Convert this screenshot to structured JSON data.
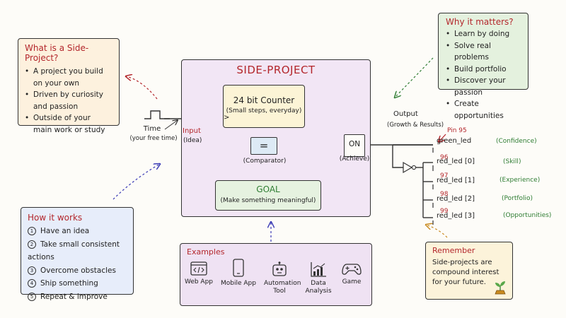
{
  "title": "SIDE-PROJECT",
  "what": {
    "title": "What is a Side-Project?",
    "items": [
      "A project you build on your own",
      "Driven by curiosity and passion",
      "Outside of your main work or study"
    ]
  },
  "why": {
    "title": "Why it matters?",
    "items": [
      "Learn by doing",
      "Solve real problems",
      "Build portfolio",
      "Discover your passion",
      "Create opportunities"
    ]
  },
  "how": {
    "title": "How it works",
    "steps": [
      "Have an idea",
      "Take small consistent actions",
      "Overcome obstacles",
      "Ship something",
      "Repeat & improve"
    ]
  },
  "examples": {
    "title": "Examples",
    "items": [
      {
        "label": "Web App",
        "icon": "code-window-icon"
      },
      {
        "label": "Mobile App",
        "icon": "smartphone-icon"
      },
      {
        "label": "Automation Tool",
        "icon": "robot-icon"
      },
      {
        "label": "Data Analysis",
        "icon": "bar-chart-icon"
      },
      {
        "label": "Game",
        "icon": "gamepad-icon"
      }
    ]
  },
  "remember": {
    "title": "Remember",
    "text": [
      "Side-projects are",
      "compound interest",
      "for your future."
    ],
    "icon": "sprout-icon"
  },
  "time": {
    "label": "Time",
    "sub": "(your free time)"
  },
  "input": {
    "label": "Input",
    "sub": "(Idea)"
  },
  "counter": {
    "label": "24 bit Counter",
    "sub": "(Small steps, everyday)"
  },
  "comparator": {
    "symbol": "=",
    "label": "(Comparator)"
  },
  "on": {
    "label": "ON",
    "sub": "(Achieve)"
  },
  "goal": {
    "label": "GOAL",
    "sub": "(Make something meaningful)"
  },
  "output": {
    "label": "Output",
    "sub": "(Growth & Results)"
  },
  "pins": [
    {
      "pin": "Pin 95",
      "name": "green_led",
      "meaning": "(Confidence)"
    },
    {
      "pin": "96",
      "name": "red_led [0]",
      "meaning": "(Skill)"
    },
    {
      "pin": "97",
      "name": "red_led [1]",
      "meaning": "(Experience)"
    },
    {
      "pin": "98",
      "name": "red_led [2]",
      "meaning": "(Portfolio)"
    },
    {
      "pin": "99",
      "name": "red_led [3]",
      "meaning": "(Opportunities)"
    }
  ],
  "colors": {
    "red": "#b3262b",
    "green": "#2f7d33",
    "main_fill": "#f2e6f5",
    "counter_fill": "#fcf4d6",
    "goal_fill": "#e6f2e0",
    "comparator_fill": "#ddeaf5",
    "what_fill": "#fdf1de",
    "why_fill": "#e4f1de",
    "how_fill": "#e7edfa",
    "examples_fill": "#efe2f3",
    "remember_fill": "#fcf3da"
  }
}
